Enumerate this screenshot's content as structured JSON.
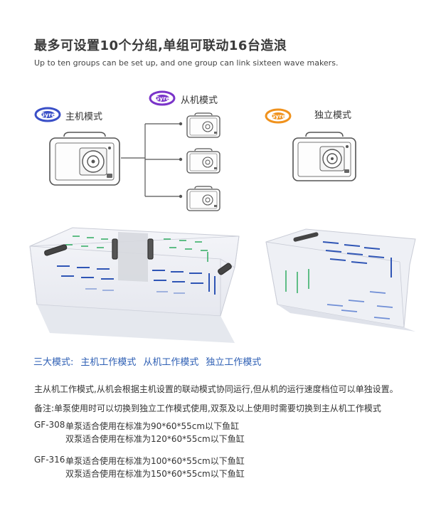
{
  "header": {
    "title": "最多可设置10个分组,单组可联动16台造浪",
    "subtitle": "Up to ten groups can be set up, and one group can link sixteen wave makers."
  },
  "modes": {
    "master_label": "主机模式",
    "slave_label": "从机模式",
    "independent_label": "独立模式"
  },
  "logos": {
    "text": "Gyre",
    "master_color": "#3a4fc7",
    "slave_color": "#7a33c9",
    "independent_color": "#f0921d"
  },
  "section": {
    "prefix": "三大模式:",
    "item1": "主机工作模式",
    "item2": "从机工作模式",
    "item3": "独立工作模式",
    "color": "#2e5fb4"
  },
  "description": {
    "line1": "主从机工作模式,从机会根据主机设置的联动模式协同运行,但从机的运行速度档位可以单独设置。",
    "line2": "备注:单泵使用时可以切换到独立工作模式使用,双泵及以上使用时需要切换到主从机工作模式"
  },
  "specs": [
    {
      "model": "GF-308",
      "single": "单泵适合使用在标准为90*60*55cm以下鱼缸",
      "double": "双泵适合使用在标准为120*60*55cm以下鱼缸"
    },
    {
      "model": "GF-316",
      "single": "单泵适合使用在标准为100*60*55cm以下鱼缸",
      "double": "双泵适合使用在标准为150*60*55cm以下鱼缸"
    }
  ]
}
